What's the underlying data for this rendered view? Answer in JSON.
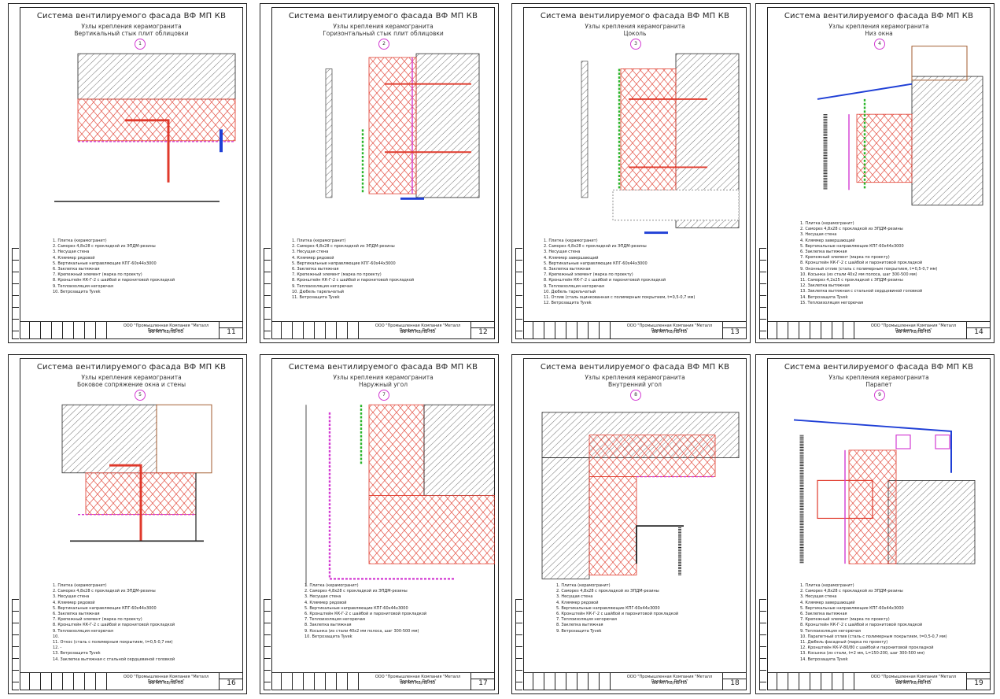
{
  "sheets": [
    {
      "title": "Система вентилируемого фасада ВФ МП КВ",
      "subtitle1": "Узлы крепления керамогранита",
      "subtitle2": "Вертикальный стык плит облицовки",
      "marker": "1",
      "page": "11",
      "legend": [
        "1. Плитка (керамогранит)",
        "2. Саморез 4,8х28 с прокладкой из ЭПДМ-резины",
        "3. Несущая стена",
        "4. Кляммер рядовой",
        "5. Вертикальные направляющие КПГ-60х44х3000",
        "6. Заклепка вытяжная",
        "7. Крепежный элемент (марка по проекту)",
        "8. Кронштейн КК-Г-2 с шайбой и паронитовой прокладкой",
        "9. Теплоизоляция негорючая",
        "10. Ветрозащита Tyvek"
      ]
    },
    {
      "title": "Система вентилируемого фасада ВФ МП КВ",
      "subtitle1": "Узлы крепления керамогранита",
      "subtitle2": "Горизонтальный стык плит облицовки",
      "marker": "2",
      "page": "12",
      "legend": [
        "1. Плитка (керамогранит)",
        "2. Саморез 4,8х28 с прокладкой из ЭПДМ-резины",
        "3. Несущая стена",
        "4. Кляммер рядовой",
        "5. Вертикальные направляющие КПГ-60х44х3000",
        "6. Заклепка вытяжная",
        "7. Крепежный элемент (марка по проекту)",
        "8. Кронштейн КК-Г-2 с шайбой и паронитовой прокладкой",
        "9. Теплоизоляция негорючая",
        "10. Дюбель тарельчатый",
        "11. Ветрозащита Tyvek"
      ]
    },
    {
      "title": "Система вентилируемого фасада ВФ МП КВ",
      "subtitle1": "Узлы крепления керамогранита",
      "subtitle2": "Цоколь",
      "marker": "3",
      "page": "13",
      "legend": [
        "1. Плитка (керамогранит)",
        "2. Саморез 4,8х28 с прокладкой из ЭПДМ-резины",
        "3. Несущая стена",
        "4. Кляммер завершающий",
        "5. Вертикальные направляющие КПГ-60х44х3000",
        "6. Заклепка вытяжная",
        "7. Крепежный элемент (марка по проекту)",
        "8. Кронштейн КК-Г-2 с шайбой и паронитовой прокладкой",
        "9. Теплоизоляция негорючая",
        "10. Дюбель тарельчатый",
        "11. Отлив (сталь оцинкованная с полимерным покрытием, t=0,5-0,7 мм)",
        "12. Ветрозащита Tyvek"
      ]
    },
    {
      "title": "Система вентилируемого фасада ВФ МП КВ",
      "subtitle1": "Узлы крепления керамогранита",
      "subtitle2": "Низ окна",
      "marker": "4",
      "page": "14",
      "legend": [
        "1. Плитка (керамогранит)",
        "2. Саморез 4,8х28 с прокладкой из ЭПДМ-резины",
        "3. Несущая стена",
        "4. Кляммер завершающий",
        "5. Вертикальные направляющие КПГ-60х44х3000",
        "6. Заклепка вытяжная",
        "7. Крепежный элемент (марка по проекту)",
        "8. Кронштейн КК-Г-2 с шайбой и паронитовой прокладкой",
        "9. Оконный отлив (сталь с полимерным покрытием, t=0,5-0,7 мм)",
        "10. Косынка (из стали 40х2 мм полоса, шаг 300-500 мм)",
        "11. Саморез 4,2х25 с прокладкой с ЭПДМ-резины",
        "12. Заклепка вытяжная",
        "13. Заклепка вытяжная с стальной сердцевиной головкой",
        "14. Ветрозащита Tyvek",
        "15. Теплоизоляция негорючая"
      ]
    },
    {
      "title": "Система вентилируемого фасада ВФ МП КВ",
      "subtitle1": "Узлы крепления керамогранита",
      "subtitle2": "Боковое сопряжение окна и стены",
      "marker": "5",
      "page": "16",
      "legend": [
        "1. Плитка (керамогранит)",
        "2. Саморез 4,8х28 с прокладкой из ЭПДМ-резины",
        "3. Несущая стена",
        "4. Кляммер рядовой",
        "5. Вертикальные направляющие КПГ-60х44х3000",
        "6. Заклепка вытяжная",
        "7. Крепежный элемент (марка по проекту)",
        "8. Кронштейн КК-Г-2 с шайбой и паронитовой прокладкой",
        "9. Теплоизоляция негорючая",
        "10.",
        "11. Откос (сталь с полимерным покрытием, t=0,5-0,7 мм)",
        "12. -",
        "13. Ветрозащита Tyvek",
        "14. Заклепка вытяжная с стальной сердцевиной головкой"
      ]
    },
    {
      "title": "Система вентилируемого фасада ВФ МП КВ",
      "subtitle1": "Узлы крепления керамогранита",
      "subtitle2": "Наружный угол",
      "marker": "7",
      "page": "17",
      "legend": [
        "1. Плитка (керамогранит)",
        "2. Саморез 4,8х28 с прокладкой из ЭПДМ-резины",
        "3. Несущая стена",
        "4. Кляммер рядовой",
        "5. Вертикальные направляющие КПГ-60х44х3000",
        "6. Кронштейн КК-Г-2 с шайбой и паронитовой прокладкой",
        "7. Теплоизоляция негорючая",
        "8. Заклепка вытяжная",
        "9. Косынка (из стали 40х2 мм полоса, шаг 300-500 мм)",
        "10. Ветрозащита Tyvek"
      ]
    },
    {
      "title": "Система вентилируемого фасада ВФ МП КВ",
      "subtitle1": "Узлы крепления керамогранита",
      "subtitle2": "Внутренний угол",
      "marker": "8",
      "page": "18",
      "legend": [
        "1. Плитка (керамогранит)",
        "2. Саморез 4,8х28 с прокладкой из ЭПДМ-резины",
        "3. Несущая стена",
        "4. Кляммер рядовой",
        "5. Вертикальные направляющие КПГ-60х44х3000",
        "6. Кронштейн КК-Г-2 с шайбой и паронитовой прокладкой",
        "7. Теплоизоляция негорючая",
        "8. Заклепка вытяжная",
        "9. Ветрозащита Tyvek"
      ]
    },
    {
      "title": "Система вентилируемого фасада ВФ МП КВ",
      "subtitle1": "Узлы крепления керамогранита",
      "subtitle2": "Парапет",
      "marker": "9",
      "page": "19",
      "legend": [
        "1. Плитка (керамогранит)",
        "2. Саморез 4,8х28 с прокладкой из ЭПДМ-резины",
        "3. Несущая стена",
        "4. Кляммер завершающий",
        "5. Вертикальные направляющие КПГ-60х44х3000",
        "6. Заклепка вытяжная",
        "7. Крепежный элемент (марка по проекту)",
        "8. Кронштейн КК-Г-2 с шайбой и паронитовой прокладкой",
        "9. Теплоизоляция негорючая",
        "10. Парапетный отлив (сталь с полимерным покрытием, t=0,5-0,7 мм)",
        "11. Дюбель фасадный (марка по проекту)",
        "12. Кронштейн КК-У-80/80 с шайбой и паронитовой прокладкой",
        "13. Косынка (из стали, t=2 мм, L=150-200, шаг 300-500 мм)",
        "14. Ветрозащита Tyvek"
      ]
    }
  ],
  "stamp": {
    "org": "ООО \"Промышленная Компания \"Металл Профиль - Лобня\"",
    "code": "ВФ МП КВ/ЛБ-ПО"
  },
  "colors": {
    "insulation": "#e0392b",
    "membrane": "#d33bd3",
    "rail": "#1a1a1a",
    "hatch": "#333333",
    "green": "#2bb52b",
    "blue": "#1f3fd6"
  }
}
